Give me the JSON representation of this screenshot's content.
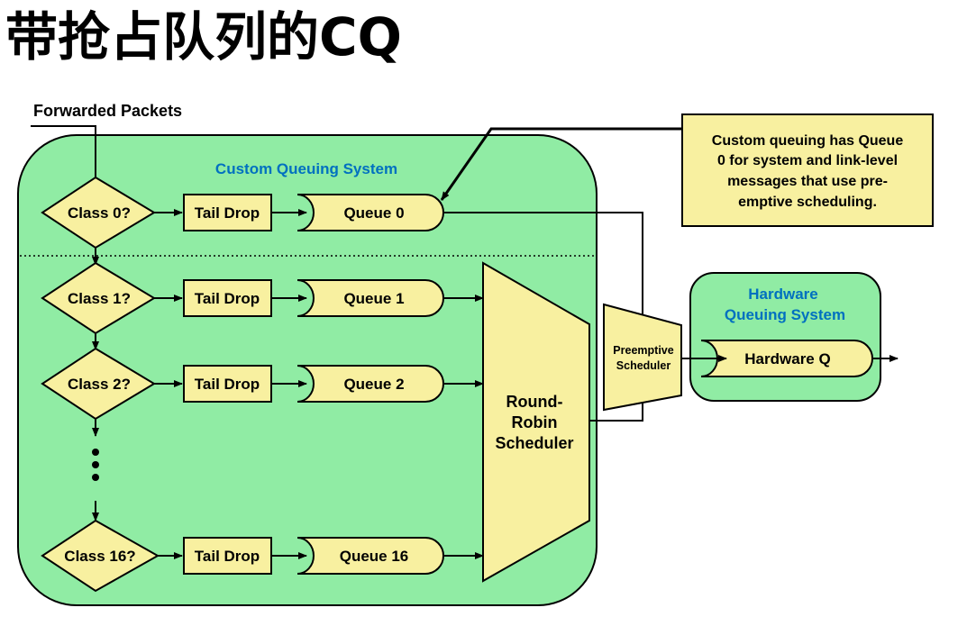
{
  "title": "带抢占队列的CQ",
  "input_label": "Forwarded Packets",
  "system_label": "Custom Queuing System",
  "classes": [
    "Class 0?",
    "Class 1?",
    "Class 2?",
    "Class 16?"
  ],
  "tail_drop": "Tail Drop",
  "queues": [
    "Queue 0",
    "Queue 1",
    "Queue 2",
    "Queue 16"
  ],
  "rr_scheduler": [
    "Round-",
    "Robin",
    "Scheduler"
  ],
  "preemptive_scheduler": [
    "Preemptive",
    "Scheduler"
  ],
  "hardware_system": [
    "Hardware",
    "Queuing System"
  ],
  "hardware_queue": "Hardware Q",
  "note": [
    "Custom queuing has Queue",
    "0 for system and link-level",
    "messages that use pre-",
    "emptive scheduling."
  ],
  "colors": {
    "system_fill": "#90eca4",
    "element_fill": "#f8f0a0",
    "label_blue": "#0070c0"
  }
}
